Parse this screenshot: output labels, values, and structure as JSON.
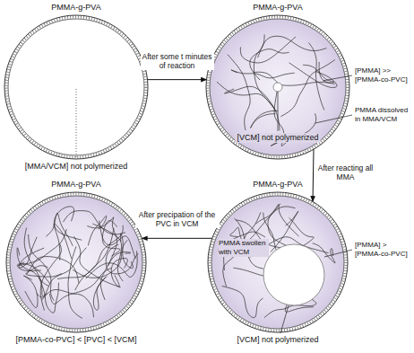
{
  "diagram": {
    "nodes": [
      {
        "text": [
          "PMMA-g-PVA",
          "[MMA/VCM] not polymerized"
        ]
      },
      {
        "text": [
          "PMMA-g-PVA",
          "[VCM] not polymerized"
        ]
      },
      {
        "text": [
          "PMMA-g-PVA",
          "[VCM] not polymerized"
        ]
      },
      {
        "text": [
          "PMMA-g-PVA",
          "[PMMA-co-PVC] < [PVC] < [VCM]"
        ]
      }
    ],
    "edges": [
      {
        "from": 0,
        "to": 1,
        "arrow": "to",
        "label": "After some t minutes of reaction"
      },
      {
        "from": 1,
        "to": 2,
        "arrow": "to",
        "label": "After reacting all MMA"
      },
      {
        "from": 2,
        "to": 3,
        "arrow": "to",
        "label": "After precipation of the PVC in VCM"
      }
    ],
    "labels": [
      "[PMMA] >> [PMMA-co-PVC]",
      "PMMA dissolved in MMA/VCM",
      "PMMA swollen with VCM",
      "[PMMA] > [PMMA-co-PVC]"
    ]
  }
}
